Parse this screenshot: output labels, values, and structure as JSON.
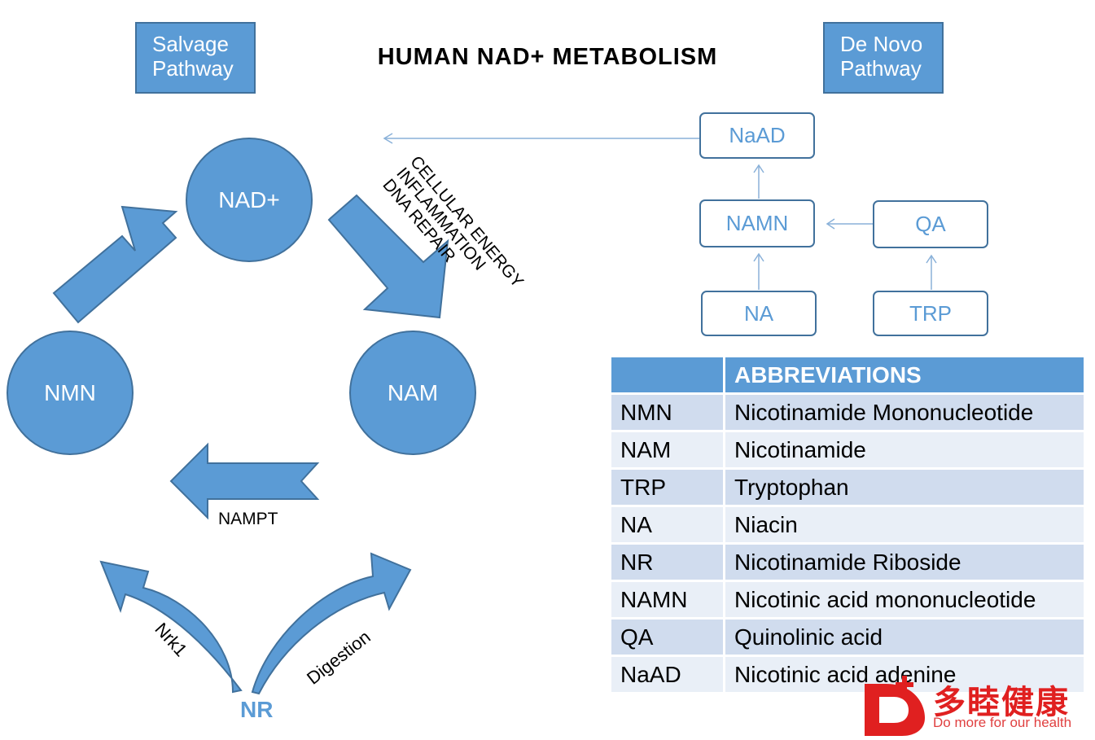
{
  "title": "HUMAN NAD+ METABOLISM",
  "salvage_label": "Salvage Pathway",
  "denovo_label": "De Novo Pathway",
  "circles": {
    "nad": "NAD+",
    "nmn": "NMN",
    "nam": "NAM"
  },
  "nr_label": "NR",
  "enzyme_nampt": "NAMPT",
  "nr_routes": {
    "left": "Nrk1",
    "right": "Digestion"
  },
  "effects": [
    "CELLULAR ENERGY",
    "INFLAMMATION",
    "DNA REPAIR"
  ],
  "de_novo_nodes": {
    "naad": "NaAD",
    "namn": "NAMN",
    "qa": "QA",
    "na": "NA",
    "trp": "TRP"
  },
  "abbreviations": {
    "header": "ABBREVIATIONS",
    "rows": [
      {
        "abbr": "NMN",
        "full": "Nicotinamide Mononucleotide"
      },
      {
        "abbr": "NAM",
        "full": "Nicotinamide"
      },
      {
        "abbr": "TRP",
        "full": "Tryptophan"
      },
      {
        "abbr": "NA",
        "full": "Niacin"
      },
      {
        "abbr": "NR",
        "full": "Nicotinamide Riboside"
      },
      {
        "abbr": "NAMN",
        "full": "Nicotinic acid mononucleotide"
      },
      {
        "abbr": "QA",
        "full": "Quinolinic acid"
      },
      {
        "abbr": "NaAD",
        "full": "Nicotinic acid adenine"
      }
    ]
  },
  "watermark": {
    "chinese": "多睦健康",
    "english": "Do more for our health"
  },
  "colors": {
    "primary": "#5b9bd5",
    "border": "#41719c",
    "row_dark": "#d0dcee",
    "row_light": "#e9eff7",
    "watermark_red": "#e02020"
  }
}
